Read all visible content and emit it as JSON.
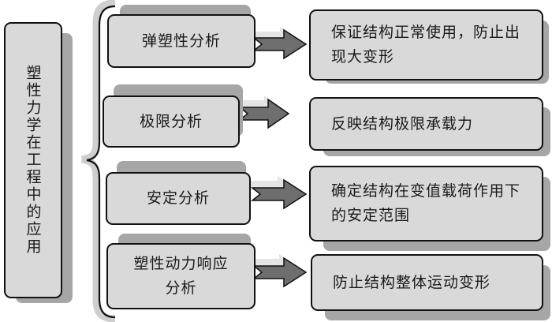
{
  "root": {
    "label": "塑性力学在工程中的应用"
  },
  "analyses": [
    {
      "label": "弹塑性分析",
      "result": "保证结构正常使用，防止出现大变形"
    },
    {
      "label": "极限分析",
      "result": "反映结构极限承载力"
    },
    {
      "label": "安定分析",
      "result": "确定结构在变值载荷作用下的安定范围"
    },
    {
      "label": "塑性动力响应分析",
      "result": "防止结构整体运动变形"
    }
  ],
  "colors": {
    "box_fill": "#d9d9d9",
    "shadow": "#a6a6a6",
    "arrow": "#6e6e6e",
    "border": "#111111"
  }
}
